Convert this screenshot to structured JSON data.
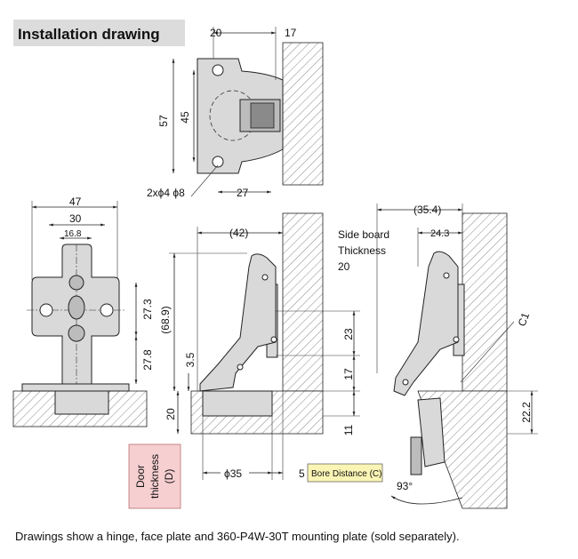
{
  "title": "Installation drawing",
  "caption": "Drawings show a hinge, face plate and 360-P4W-30T mounting plate (sold separately).",
  "top_view": {
    "dim_20": "20",
    "dim_17": "17",
    "dim_57": "57",
    "dim_45": "45",
    "dim_27": "27",
    "holes_label": "2xϕ4 ϕ8"
  },
  "front_view": {
    "dim_47": "47",
    "dim_30": "30",
    "dim_16_8": "16.8",
    "dim_27_3": "27.3",
    "dim_27_8": "27.8"
  },
  "side_view": {
    "dim_42": "(42)",
    "side_board_1": "Side board",
    "side_board_2": "Thickness",
    "side_board_3": "20",
    "dim_68_9": "(68.9)",
    "dim_3_5": "3.5",
    "dim_20": "20",
    "dim_23": "23",
    "dim_17": "17",
    "dim_11": "11",
    "dim_35": "ϕ35",
    "dim_5": "5",
    "bore_distance": "Bore Distance (C)",
    "door_thickness_1": "Door",
    "door_thickness_2": "thickness",
    "door_thickness_3": "(D)"
  },
  "open_view": {
    "dim_35_4": "(35.4)",
    "dim_24_3": "24.3",
    "c1": "C1",
    "dim_22_2": "22.2",
    "angle": "93°"
  }
}
